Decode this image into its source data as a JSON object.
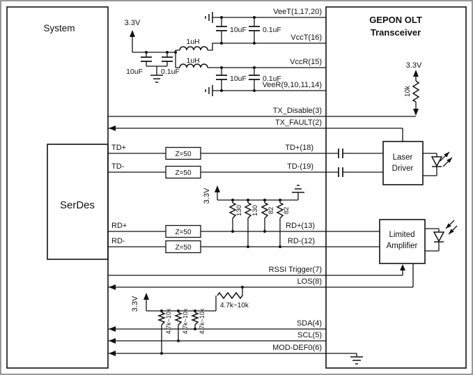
{
  "blocks": {
    "system": "System",
    "serdes": "SerDes",
    "transceiver_title_1": "GEPON OLT",
    "transceiver_title_2": "Transceiver",
    "laser_driver_1": "Laser",
    "laser_driver_2": "Driver",
    "limited_amplifier_1": "Limited",
    "limited_amplifier_2": "Amplifier"
  },
  "power": {
    "rail_3v3": "3.3V",
    "bulk_cap": "10uF",
    "bypass_cap": "0.1uF",
    "filter_inductor": "1uH",
    "txdisable_pullup": "10k",
    "i2c_pullup": "4.7k~10k",
    "rx_term_130": "130",
    "rx_term_82": "82"
  },
  "impedance": {
    "z50": "Z=50"
  },
  "pins": {
    "veet": "VeeT(1,17,20)",
    "vcct": "VccT(16)",
    "vccr": "VccR(15)",
    "veer": "VeeR(9,10,11,14)",
    "tx_disable": "TX_Disable(3)",
    "tx_fault": "TX_FAULT(2)",
    "td_p": "TD+(18)",
    "td_n": "TD-(19)",
    "rd_p": "RD+(13)",
    "rd_n": "RD-(12)",
    "rssi_trigger": "RSSI Trigger(7)",
    "los": "LOS(8)",
    "sda": "SDA(4)",
    "scl": "SCL(5)",
    "mod_def0": "MOD-DEF0(6)"
  },
  "serdes_signals": {
    "td_p": "TD+",
    "td_n": "TD-",
    "rd_p": "RD+",
    "rd_n": "RD-"
  }
}
